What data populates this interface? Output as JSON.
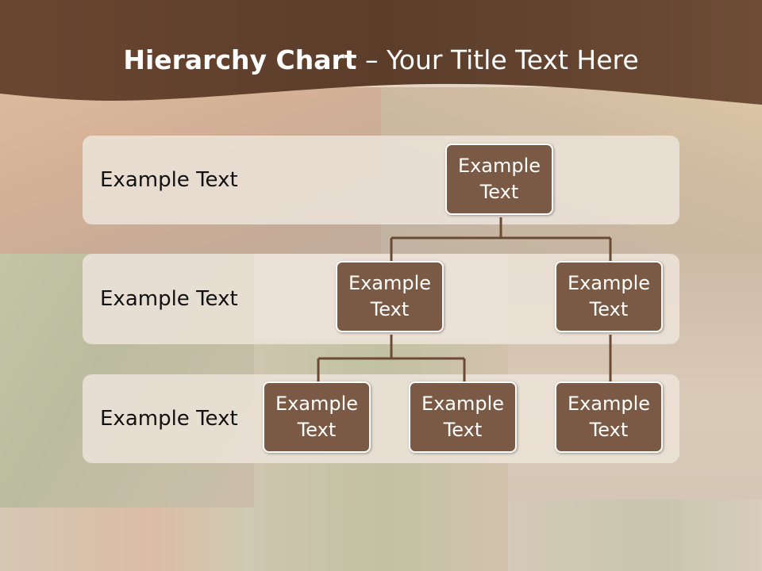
{
  "slide": {
    "title_bold": "Hierarchy Chart",
    "title_rest": " – Your Title Text Here"
  },
  "levels": [
    {
      "label": "Example Text"
    },
    {
      "label": "Example Text"
    },
    {
      "label": "Example Text"
    }
  ],
  "nodes": {
    "root": "Example Text",
    "level2_left": "Example Text",
    "level2_right": "Example Text",
    "level3_left": "Example Text",
    "level3_middle": "Example Text",
    "level3_right": "Example Text"
  },
  "colors": {
    "banner": "#5e3f2c",
    "node_fill": "#7a5a44",
    "connector": "#6b4a35",
    "band": "#ece2d8"
  }
}
